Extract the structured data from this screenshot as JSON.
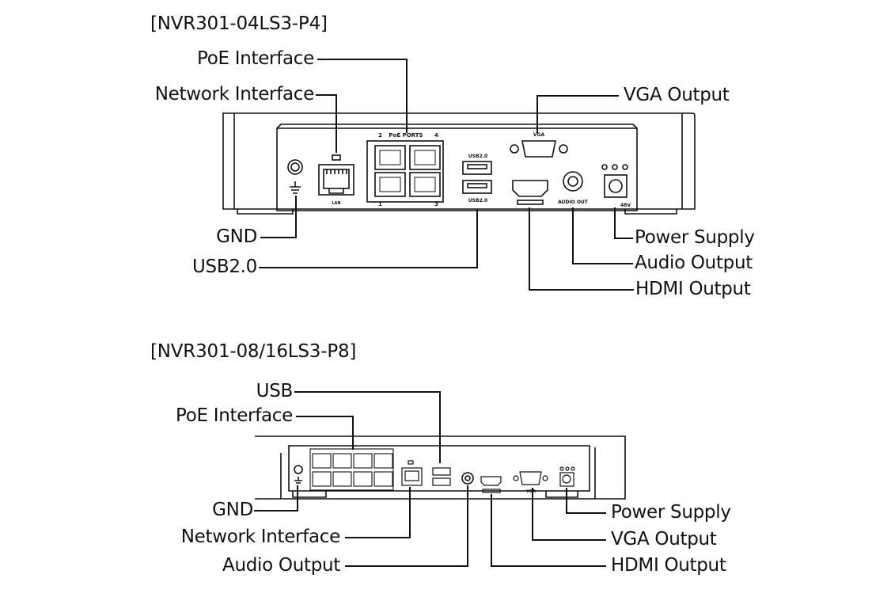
{
  "diagram1": {
    "title": "[NVR301-04LS3-P4]",
    "labels": {
      "poe_interface": "PoE Interface",
      "network_interface": "Network Interface",
      "vga_output": "VGA Output",
      "gnd": "GND",
      "usb": "USB2.0",
      "power_supply": "Power Supply",
      "audio_output": "Audio Output",
      "hdmi_output": "HDMI Output"
    },
    "panel_marks": {
      "poe_ports": "PoE PORTS",
      "port_2": "2",
      "port_4": "4",
      "port_1": "1",
      "port_3": "3",
      "usb_top": "USB2.0",
      "usb_bottom": "USB2.0",
      "vga": "VGA",
      "audio_out": "AUDIO OUT",
      "power": "48V"
    }
  },
  "diagram2": {
    "title": "[NVR301-08/16LS3-P8]",
    "labels": {
      "usb": "USB",
      "poe_interface": "PoE Interface",
      "gnd": "GND",
      "network_interface": "Network Interface",
      "audio_output": "Audio Output",
      "power_supply": "Power Supply",
      "vga_output": "VGA Output",
      "hdmi_output": "HDMI Output"
    },
    "panel_marks": {
      "vga": "VGA"
    }
  }
}
